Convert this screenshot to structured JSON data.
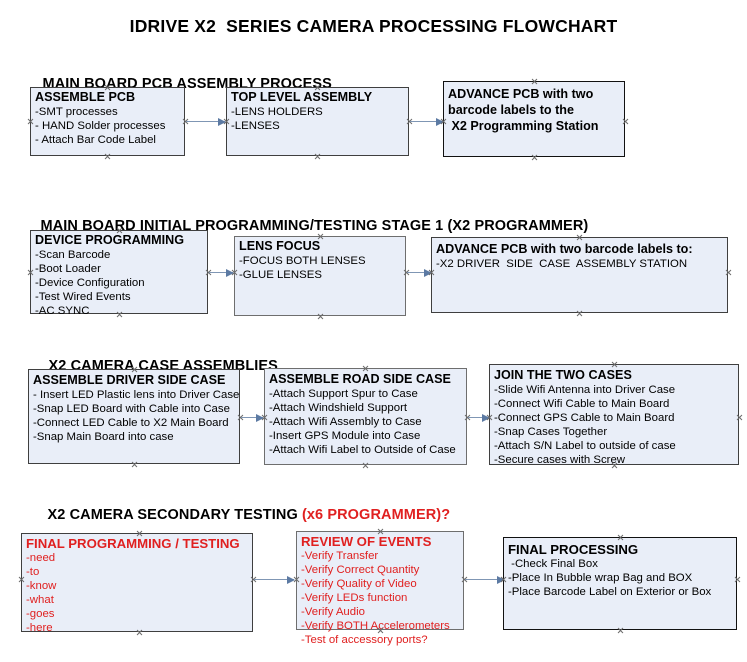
{
  "document": {
    "title": "IDRIVE X2  SERIES CAMERA PROCESSING FLOWCHART",
    "accent_color": "#e02020",
    "box_fill": "#e9eef8",
    "connector_color": "#7f96b4"
  },
  "sections": [
    {
      "heading": "MAIN BOARD PCB ASSEMBLY PROCESS",
      "heading_accent": "",
      "boxes": [
        {
          "title": "ASSEMBLE PCB",
          "lines": [
            "-SMT processes",
            "- HAND Solder processes",
            "- Attach Bar Code Label"
          ]
        },
        {
          "title": "TOP LEVEL ASSEMBLY",
          "lines": [
            "-LENS HOLDERS",
            "-LENSES"
          ]
        },
        {
          "title": "ADVANCE PCB with two",
          "lines": [
            "barcode labels to the",
            " X2 Programming Station"
          ]
        }
      ]
    },
    {
      "heading": "MAIN BOARD INITIAL PROGRAMMING/TESTING STAGE 1 (X2 PROGRAMMER)",
      "heading_accent": "",
      "boxes": [
        {
          "title": "DEVICE PROGRAMMING",
          "lines": [
            "-Scan Barcode",
            "-Boot Loader",
            "-Device Configuration",
            "-Test Wired Events",
            "-AC SYNC"
          ]
        },
        {
          "title": "LENS FOCUS",
          "lines": [
            "-FOCUS BOTH LENSES",
            "-GLUE LENSES"
          ]
        },
        {
          "title": "ADVANCE PCB with two barcode labels to:",
          "lines": [
            "-X2 DRIVER  SIDE  CASE  ASSEMBLY STATION"
          ]
        }
      ]
    },
    {
      "heading": "X2 CAMERA CASE ASSEMBLIES",
      "heading_accent": "",
      "boxes": [
        {
          "title": "ASSEMBLE DRIVER SIDE CASE",
          "lines": [
            "- Insert LED Plastic lens into Driver Case",
            "-Snap LED Board with Cable into Case",
            "-Connect LED Cable to X2 Main Board",
            "-Snap Main Board into case"
          ]
        },
        {
          "title": "ASSEMBLE ROAD SIDE CASE",
          "lines": [
            "-Attach Support Spur to Case",
            "-Attach Windshield Support",
            "-Attach Wifi Assembly to Case",
            "-Insert GPS Module into Case",
            "-Attach Wifi Label to Outside of Case"
          ]
        },
        {
          "title": "JOIN THE TWO CASES",
          "lines": [
            "-Slide Wifi Antenna into Driver Case",
            "-Connect Wifi Cable to Main Board",
            "-Connect GPS Cable to Main Board",
            "-Snap Cases Together",
            "-Attach S/N Label to outside of case",
            "-Secure cases with Screw"
          ]
        }
      ]
    },
    {
      "heading": "X2 CAMERA SECONDARY TESTING ",
      "heading_accent": "(x6 PROGRAMMER)?",
      "boxes": [
        {
          "title": "FINAL PROGRAMMING / TESTING",
          "lines": [
            "-need",
            "-to",
            "-know",
            "-what",
            "-goes",
            "-here"
          ]
        },
        {
          "title": "REVIEW OF EVENTS",
          "lines": [
            "-Verify Transfer",
            "-Verify Correct Quantity",
            "-Verify Quality of Video",
            "-Verify LEDs function",
            "-Verify Audio",
            "-Verify BOTH Accelerometers",
            "-Test of accessory ports?"
          ]
        },
        {
          "title": "FINAL PROCESSING",
          "lines": [
            " -Check Final Box",
            "-Place In Bubble wrap Bag and BOX",
            "-Place Barcode Label on Exterior or Box"
          ]
        }
      ]
    }
  ]
}
